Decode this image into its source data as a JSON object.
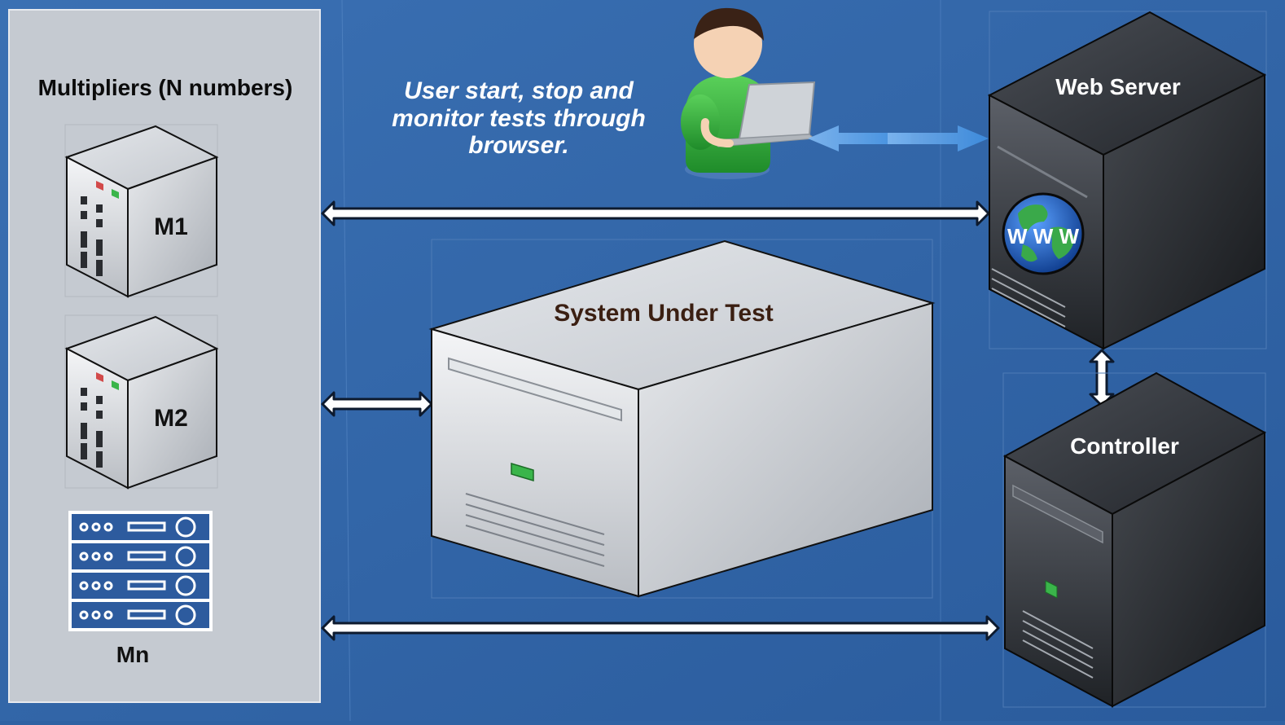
{
  "multipliers_panel": {
    "title": "Multipliers (N numbers)",
    "nodes": [
      "M1",
      "M2",
      "Mn"
    ]
  },
  "user_note": {
    "lines": [
      "User start, stop and",
      "monitor tests through",
      "browser."
    ]
  },
  "system_under_test": {
    "label": "System Under Test"
  },
  "web_server": {
    "label": "Web Server",
    "globe_text": "W W W"
  },
  "controller": {
    "label": "Controller"
  },
  "colors": {
    "background": "#2f62a3",
    "panel": "#c3c8cf",
    "arrow_fill": "#ffffff",
    "arrow_outline": "#0d1a2e",
    "dark_server": "#2b2e33",
    "light_server": "#d9dce0",
    "rack_blue": "#2d5b9e"
  },
  "icons": [
    "user-with-laptop-icon",
    "globe-icon",
    "rack-server-icon"
  ]
}
